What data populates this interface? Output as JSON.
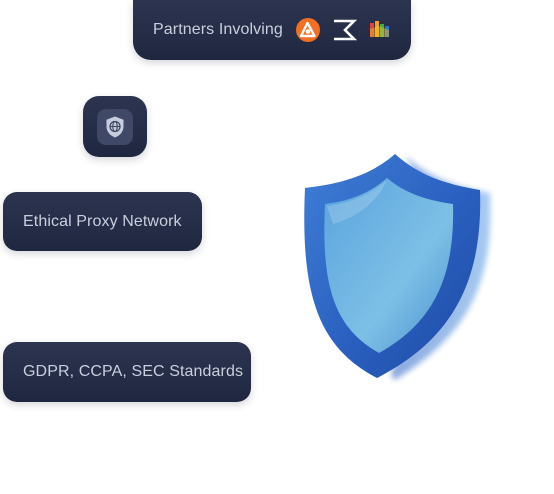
{
  "partners": {
    "label": "Partners Involving",
    "logos": [
      "avast-logo-icon",
      "sigma-logo-icon",
      "avg-logo-icon"
    ]
  },
  "feature_icon": "shield-globe-icon",
  "badges": {
    "ethical": "Ethical Proxy Network",
    "gdpr": "GDPR, CCPA, SEC Standards"
  },
  "hero": "security-shield-icon",
  "colors": {
    "pill_bg": "#252d47",
    "pill_text": "#c9cfdd",
    "shield_blue": "#2f6fc9",
    "avast_orange": "#f36f21"
  }
}
